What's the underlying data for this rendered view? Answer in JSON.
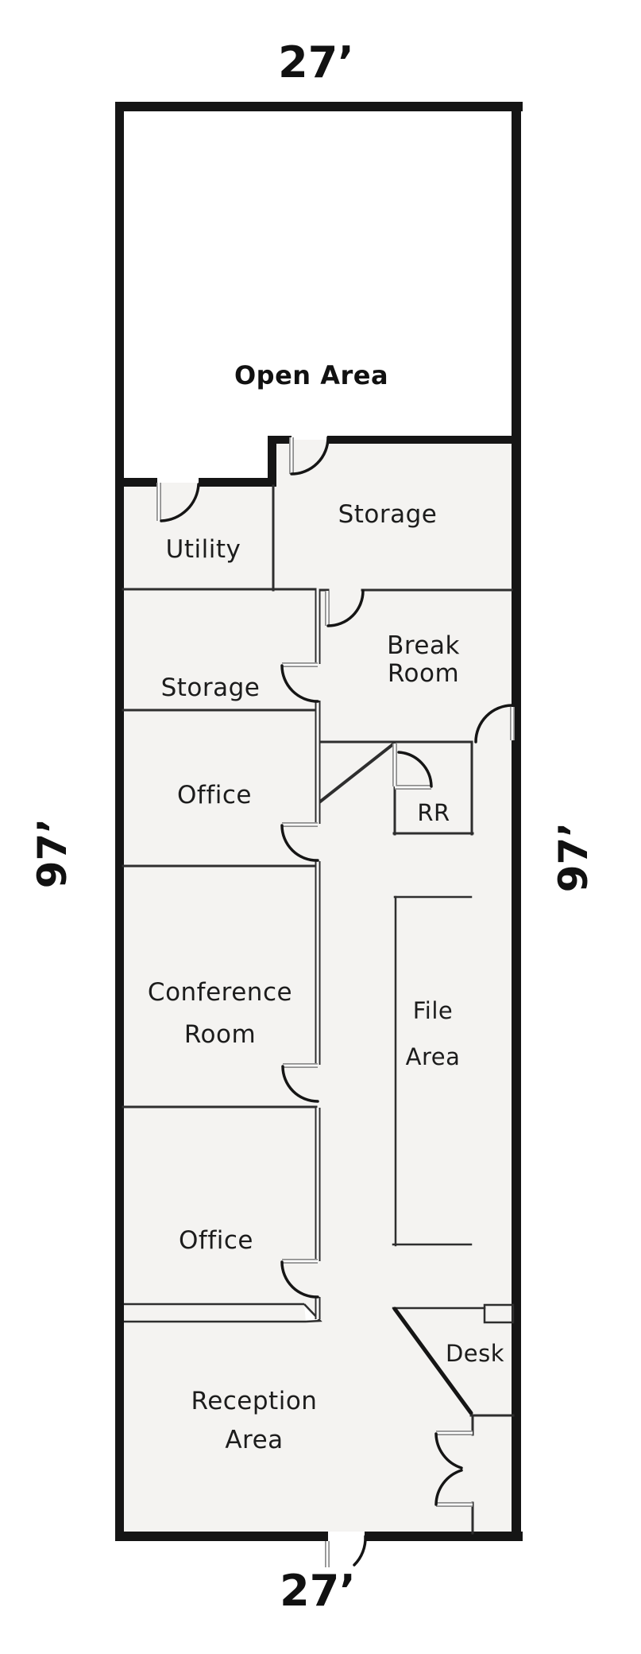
{
  "floorplan": {
    "dimension_labels": {
      "top": "27’",
      "bottom": "27’",
      "left": "97’",
      "right": "97’"
    },
    "rooms": {
      "open_area": {
        "label": "Open Area"
      },
      "utility": {
        "label": "Utility"
      },
      "storage_top": {
        "label": "Storage"
      },
      "break_room": {
        "line1": "Break",
        "line2": "Room"
      },
      "storage_left": {
        "label": "Storage"
      },
      "office_upper": {
        "label": "Office"
      },
      "restroom": {
        "label": "RR"
      },
      "conference_room": {
        "line1": "Conference",
        "line2": "Room"
      },
      "file_area": {
        "line1": "File",
        "line2": "Area"
      },
      "office_lower": {
        "label": "Office"
      },
      "reception_area": {
        "line1": "Reception",
        "line2": "Area"
      },
      "desk": {
        "label": "Desk"
      }
    },
    "colors": {
      "wall": "#151515",
      "thin_wall": "#2e2e2e",
      "jamb": "#8d8d8d",
      "room_fill": "#f4f3f1",
      "background": "#ffffff",
      "text": "#1c1c1c",
      "dim_text": "#111111"
    }
  }
}
